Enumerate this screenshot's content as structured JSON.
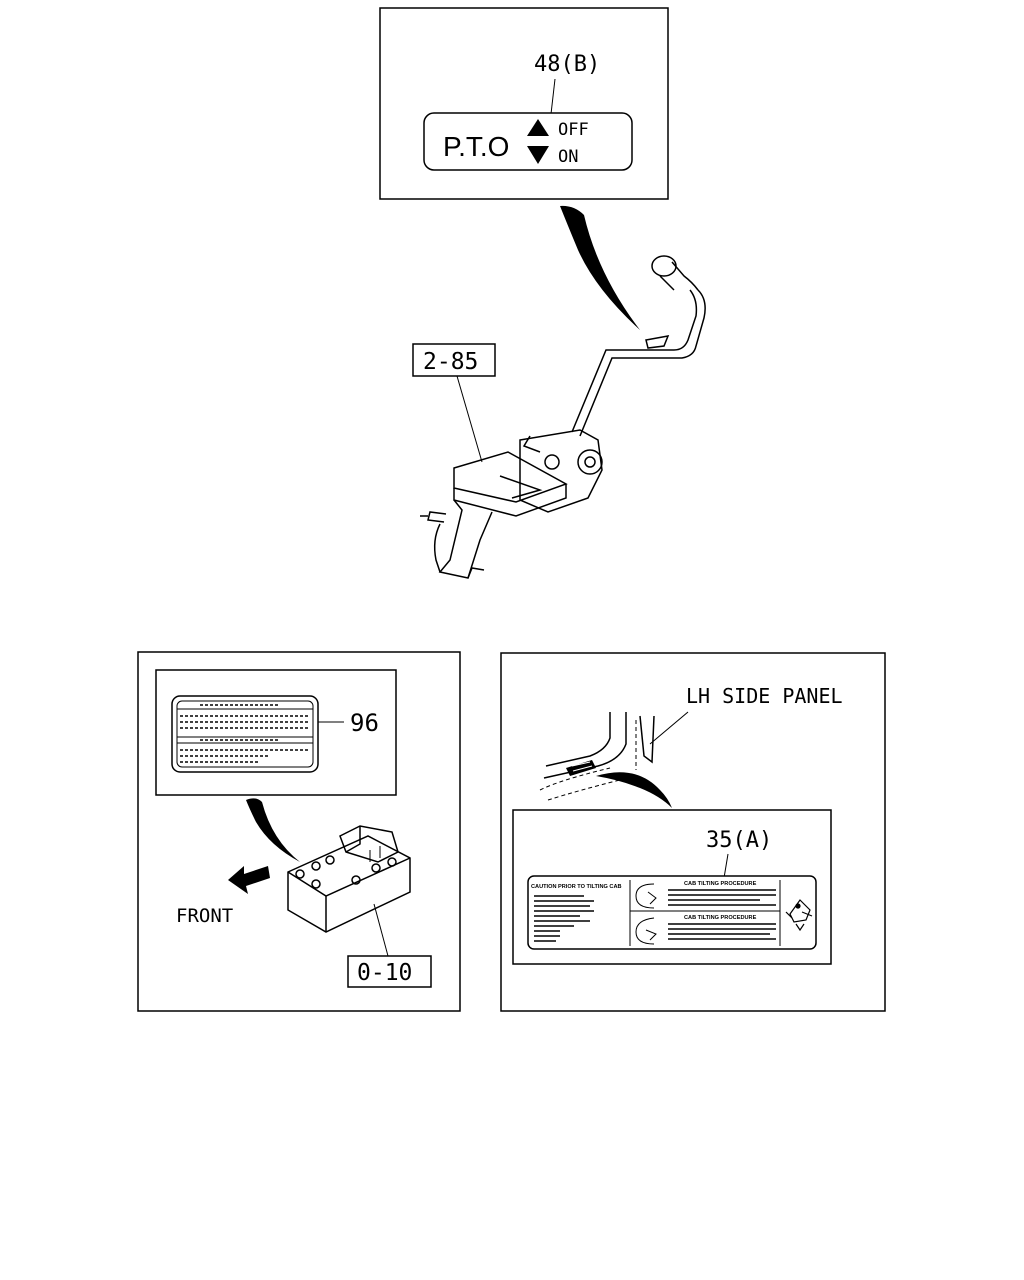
{
  "pto_callout": {
    "ref": "48(B)",
    "label_text": "P.T.O",
    "off_text": "OFF",
    "on_text": "ON"
  },
  "lever_ref": "2-85",
  "battery_callout": {
    "ref": "96",
    "front_text": "FRONT",
    "battery_ref": "0-10"
  },
  "panel_callout": {
    "panel_text": "LH SIDE PANEL",
    "ref": "35(A)",
    "caution_title": "CAUTION PRIOR TO TILTING CAB",
    "procedure_title_1": "CAB TILTING PROCEDURE",
    "procedure_title_2": "CAB TILTING PROCEDURE"
  }
}
